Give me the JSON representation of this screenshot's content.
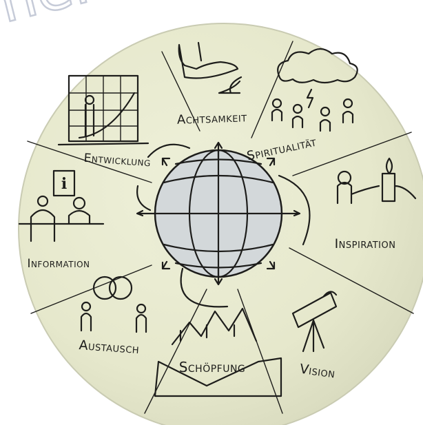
{
  "watermark": "ment",
  "segments": {
    "achtsamkeit": "Achtsamkeit",
    "spiritualitaet": "Spiritualität",
    "inspiration": "Inspiration",
    "vision": "Vision",
    "schoepfung": "Schöpfung",
    "austausch": "Austausch",
    "information": "Information",
    "entwicklung": "Entwicklung"
  },
  "info_sign": "i",
  "colors": {
    "paper": "#e8e9cf",
    "ink": "#1d1d1b",
    "globe": "#cfd4d6",
    "watermark": "#d5d9e6"
  }
}
